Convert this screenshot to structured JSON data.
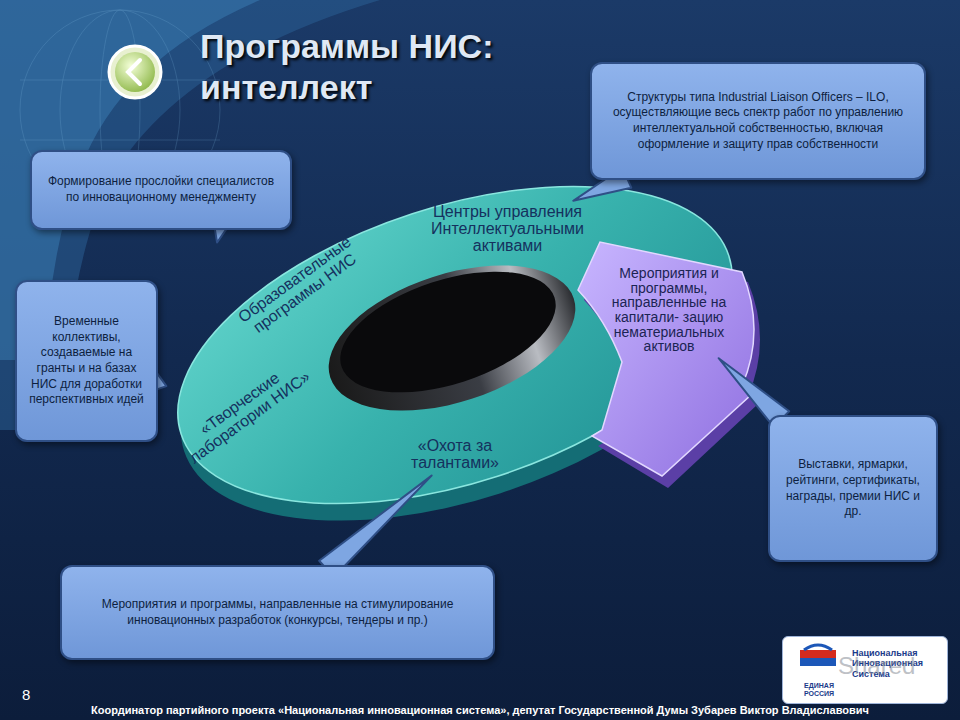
{
  "diagram": {
    "title": "Программы НИС: интеллект",
    "nodes": [
      {
        "text": [
          "Центры управления Интеллектуальными активами"
        ]
      },
      {
        "text": [
          "Образовательные программы НИС"
        ]
      },
      {
        "text": [
          "Мероприятия и программы, направленные на капитали- зацию нематериальных активов"
        ]
      },
      {
        "text": [
          "«Творческие лаборатории НИС»"
        ]
      },
      {
        "text": [
          "«Охота за талантами»"
        ]
      },
      {
        "text": [
          "Структуры типа Industrial Liaison Officers – ILO, осуществляющие весь спектр работ по управлению интеллектуальной собственностью, включая оформление и защиту прав собственности"
        ]
      },
      {
        "text": [
          "Формирование прослойки специалистов по инновационному менеджменту"
        ]
      },
      {
        "text": [
          "Временные коллективы, создаваемые на гранты и на базах НИС для доработки перспективных идей"
        ]
      },
      {
        "text": [
          "Выставки, ярмарки, рейтинги, сертификаты, награды, премии НИС и др."
        ]
      },
      {
        "text": [
          "Мероприятия и программы, направленные на стимулирование инновационных разработок (конкурсы, тендеры и пр.)"
        ]
      }
    ],
    "edges": [
      {
        "from": 5,
        "to": 0,
        "arrow": "none"
      },
      {
        "from": 6,
        "to": 1,
        "arrow": "none"
      },
      {
        "from": 7,
        "to": 3,
        "arrow": "none"
      },
      {
        "from": 8,
        "to": 2,
        "arrow": "none"
      },
      {
        "from": 9,
        "to": 4,
        "arrow": "none"
      }
    ],
    "labels": [
      "8",
      "Координатор партийного проекта «Национальная инновационная система», депутат Государственной Думы Зубарев Виктор Владиславович",
      "ЕДИНАЯ РОССИЯ",
      "Национальная Инновационная Система",
      "Shared"
    ]
  }
}
